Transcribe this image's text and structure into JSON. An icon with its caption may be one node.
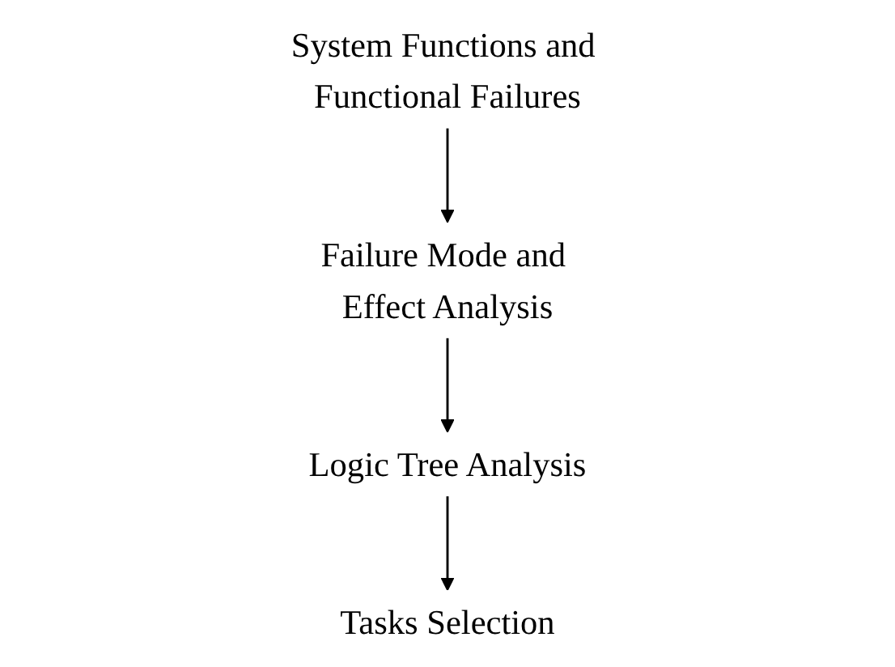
{
  "diagram": {
    "nodes": [
      {
        "text": [
          "System Functions and Functional Failures"
        ]
      },
      {
        "text": [
          "Failure Mode and Effect Analysis"
        ]
      },
      {
        "text": [
          "Logic Tree Analysis"
        ]
      },
      {
        "text": [
          "Tasks Selection"
        ]
      }
    ],
    "edges": [
      {
        "from": 0,
        "to": 1,
        "arrow": "to"
      },
      {
        "from": 1,
        "to": 2,
        "arrow": "to"
      },
      {
        "from": 2,
        "to": 3,
        "arrow": "to"
      }
    ]
  }
}
